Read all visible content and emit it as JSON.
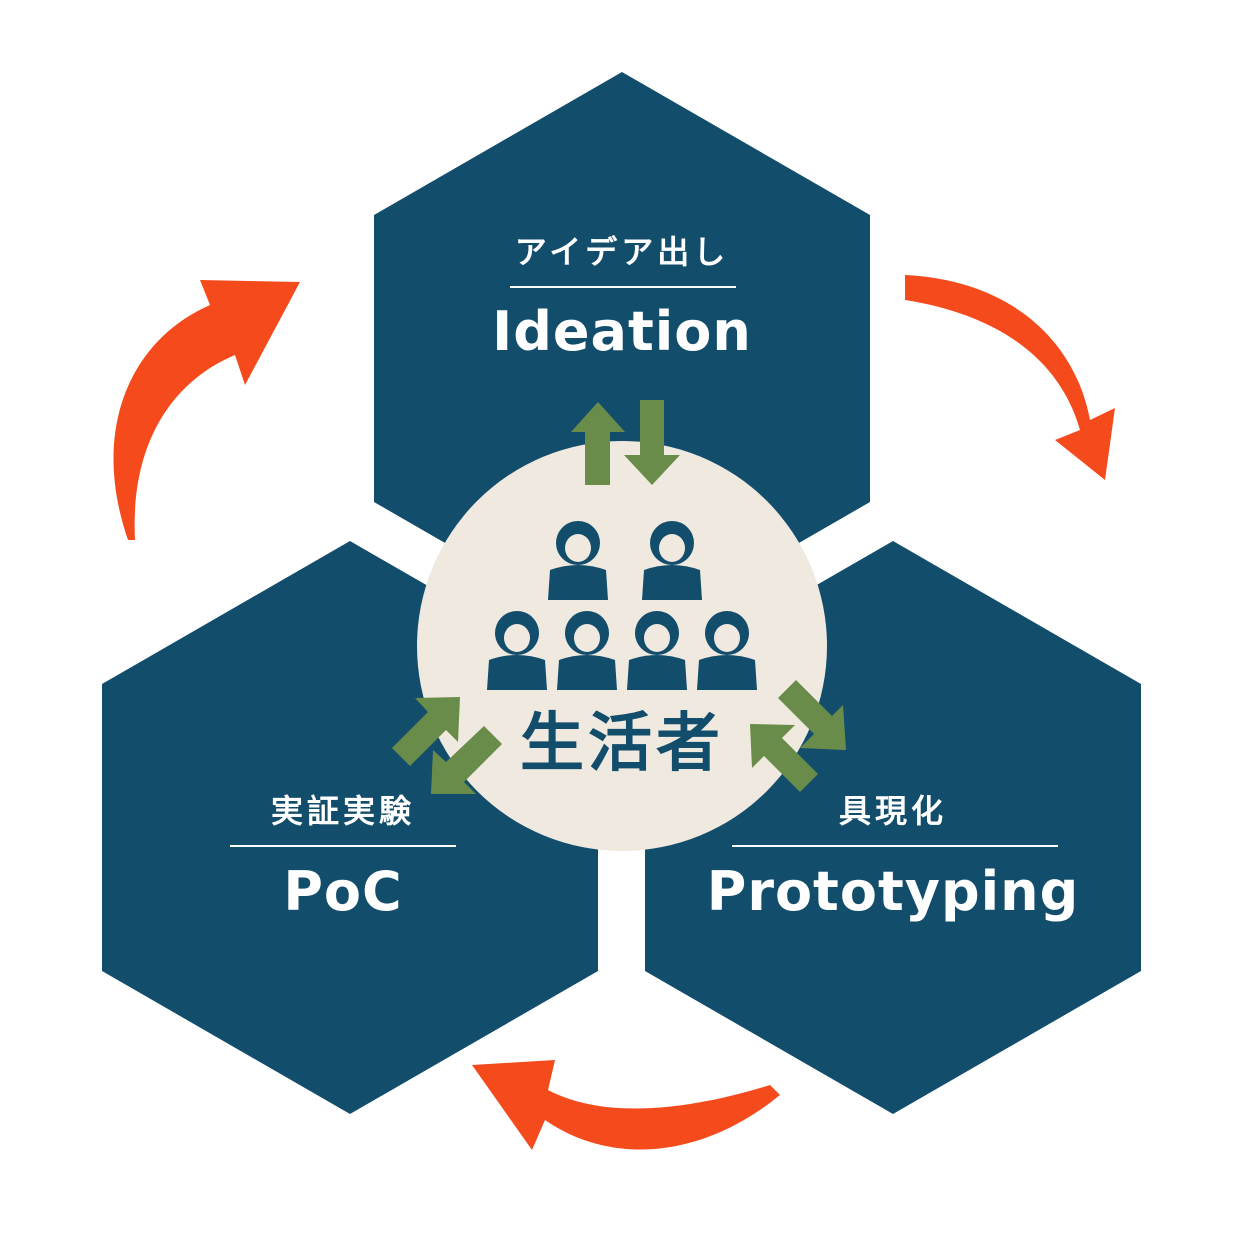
{
  "colors": {
    "hexagon": "#124d6b",
    "center_circle": "#efe9e0",
    "cycle_arrow": "#f54a1c",
    "exchange_arrow": "#6a8c4a",
    "people": "#124d6b"
  },
  "center": {
    "label": "生活者",
    "icon": "people-group-icon"
  },
  "stages": {
    "ideation": {
      "jp": "アイデア出し",
      "en": "Ideation"
    },
    "poc": {
      "jp": "実証実験",
      "en": "PoC"
    },
    "prototyping": {
      "jp": "具現化",
      "en": "Prototyping"
    }
  }
}
